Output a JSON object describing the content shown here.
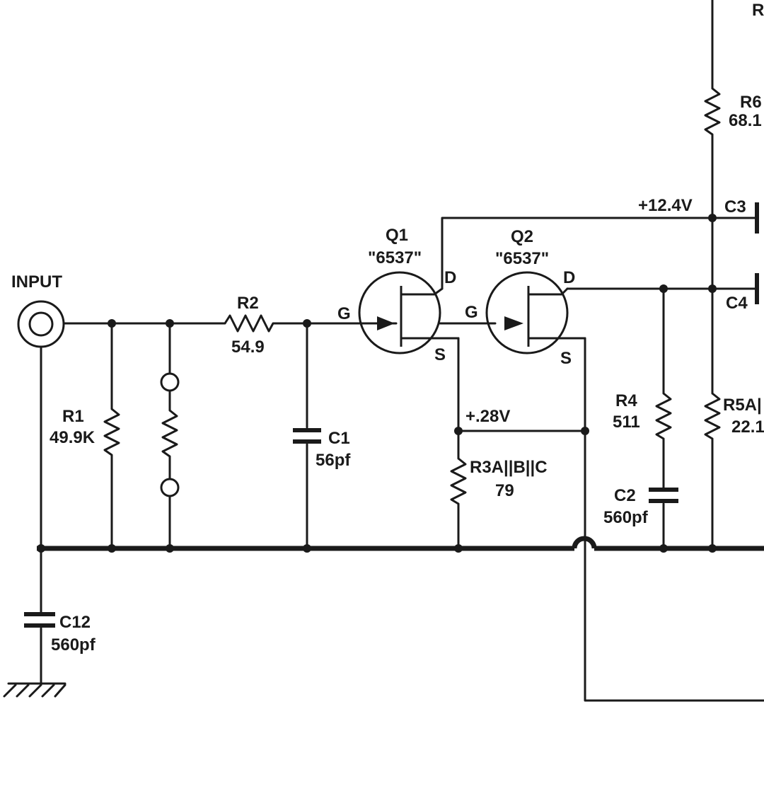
{
  "input": {
    "label": "INPUT"
  },
  "q1": {
    "name": "Q1",
    "part": "\"6537\"",
    "gate": "G",
    "drain": "D",
    "source": "S"
  },
  "q2": {
    "name": "Q2",
    "part": "\"6537\"",
    "gate": "G",
    "drain": "D",
    "source": "S"
  },
  "r1": {
    "name": "R1",
    "value": "49.9K"
  },
  "r2": {
    "name": "R2",
    "value": "54.9"
  },
  "r3": {
    "name": "R3A||B||C",
    "value": "79"
  },
  "r4": {
    "name": "R4",
    "value": "511"
  },
  "r5": {
    "name": "R5A|",
    "value": "22.1"
  },
  "r6": {
    "name": "R6",
    "value": "68.1"
  },
  "r_top": {
    "name": "R"
  },
  "c1": {
    "name": "C1",
    "value": "56pf"
  },
  "c2": {
    "name": "C2",
    "value": "560pf"
  },
  "c3": {
    "name": "C3"
  },
  "c4": {
    "name": "C4"
  },
  "c12": {
    "name": "C12",
    "value": "560pf"
  },
  "nodes": {
    "supply": "+12.4V",
    "source": "+.28V"
  }
}
